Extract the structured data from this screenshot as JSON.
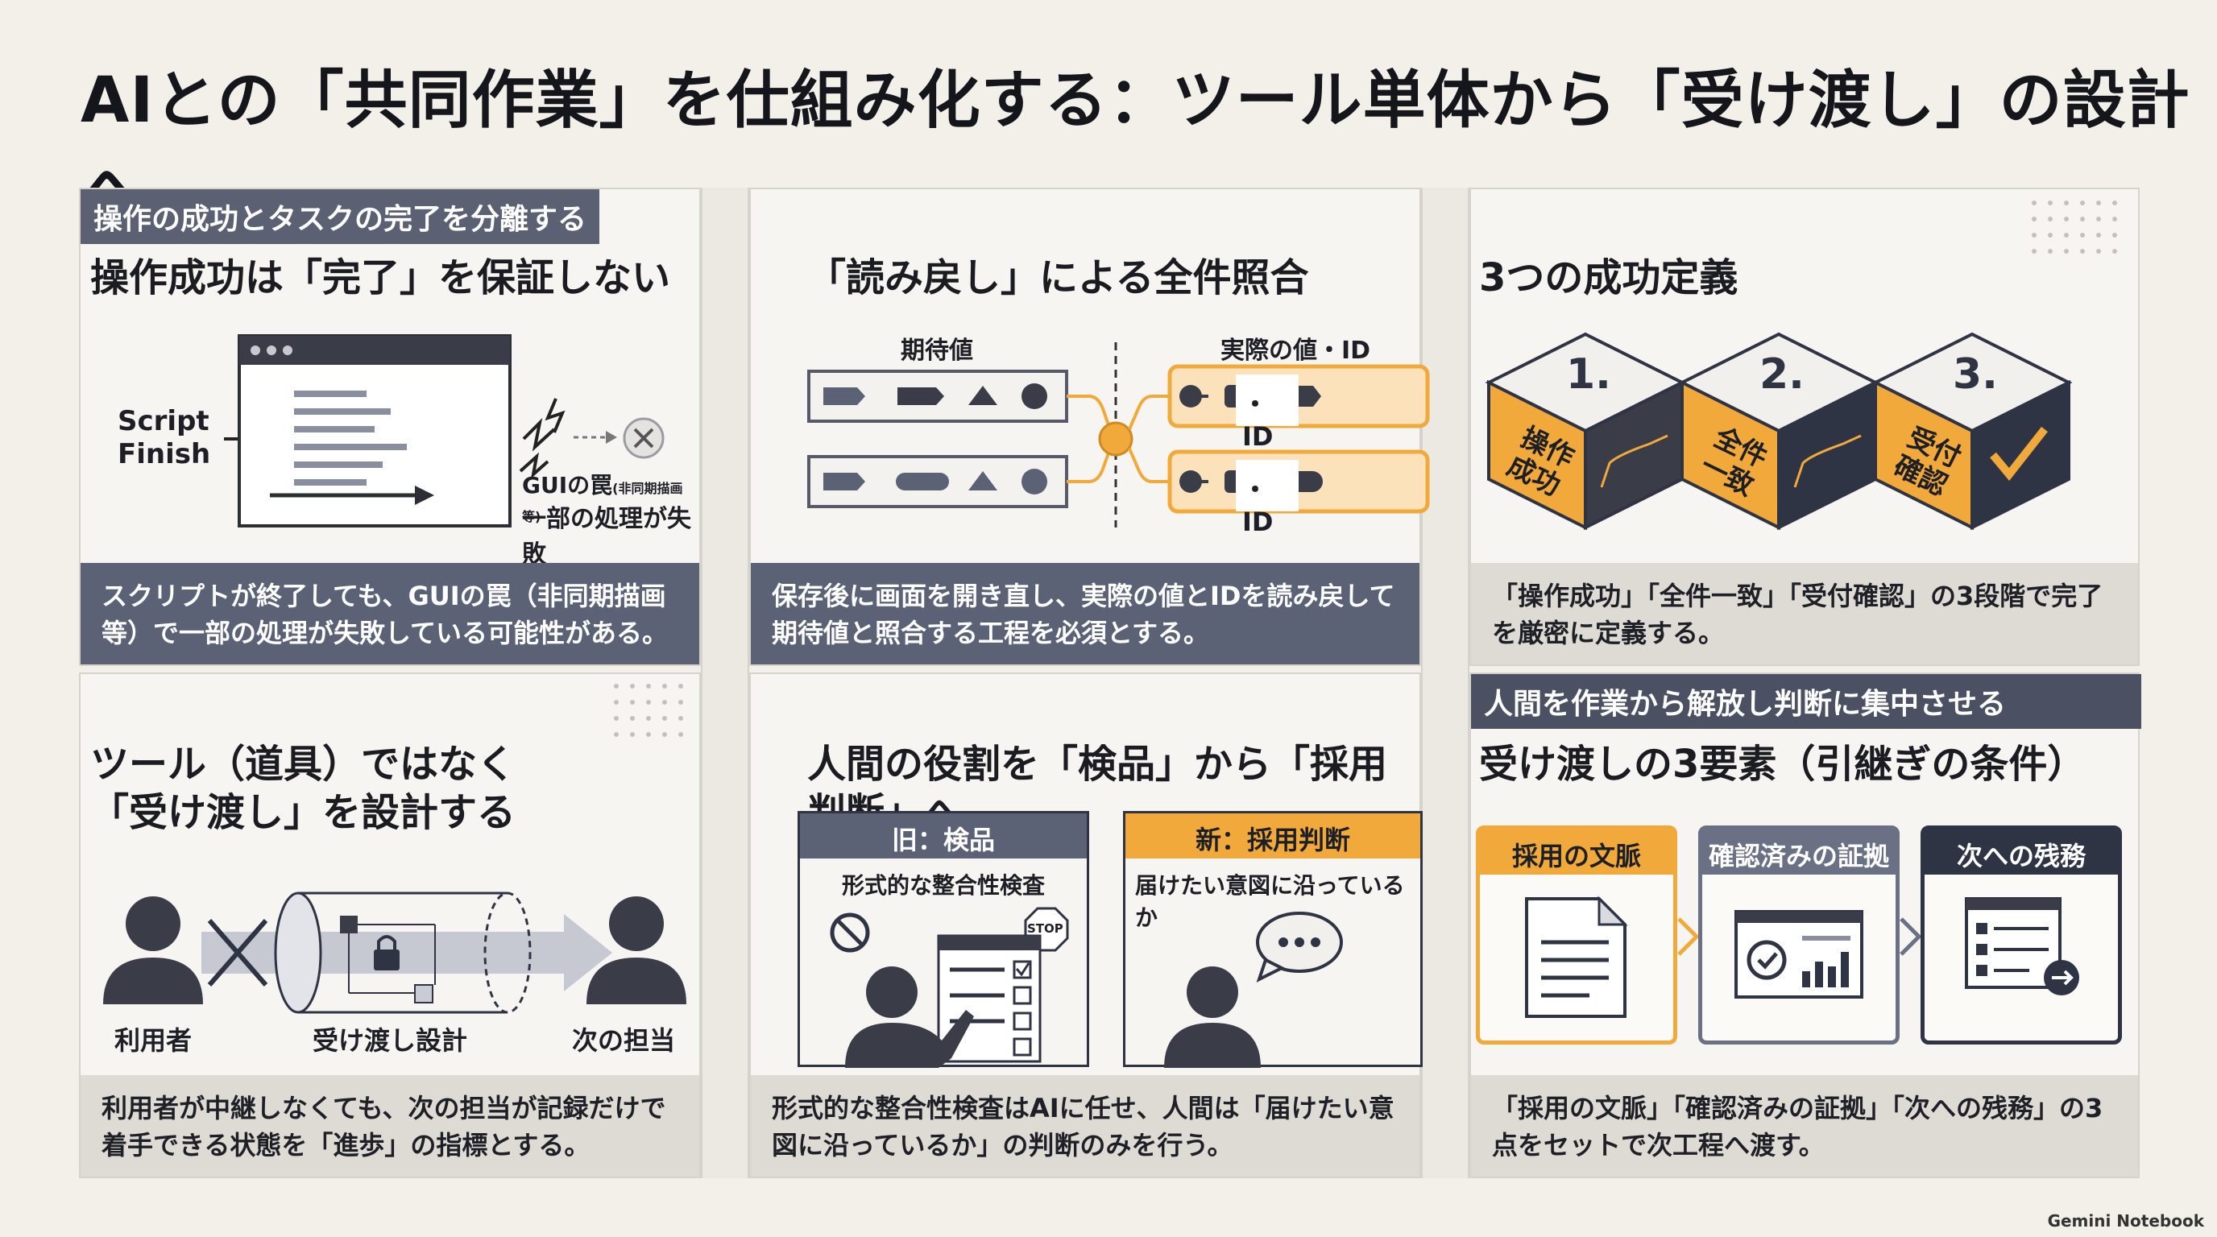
{
  "title": "AIとの「共同作業」を仕組み化する：ツール単体から「受け渡し」の設計へ",
  "section1_tag": "操作の成功とタスクの完了を分離する",
  "section2_tag": "人間を作業から解放し判断に集中させる",
  "panel1": {
    "title": "操作成功は「完了」を保証しない",
    "script_label": "Script\nFinish",
    "gui_label_main": "GUIの罠",
    "gui_label_small": "(非同期描画等)",
    "fail_label": "一部の処理が失敗",
    "caption": "スクリプトが終了しても、GUIの罠（非同期描画等）で一部の処理が失敗している可能性がある。"
  },
  "panel2": {
    "title": "「読み戻し」による全件照合",
    "expected_label": "期待値",
    "actual_label": "実際の値・ID",
    "id_tag_1": "・ID",
    "id_tag_2": "・ID",
    "caption": "保存後に画面を開き直し、実際の値とIDを読み戻して期待値と照合する工程を必須とする。"
  },
  "panel3": {
    "title": "3つの成功定義",
    "steps": [
      {
        "num": "1.",
        "label": "操作\n成功"
      },
      {
        "num": "2.",
        "label": "全件\n一致"
      },
      {
        "num": "3.",
        "label": "受付\n確認"
      }
    ],
    "caption": "「操作成功」「全件一致」「受付確認」の3段階で完了を厳密に定義する。"
  },
  "panel4": {
    "title": "ツール（道具）ではなく\n「受け渡し」を設計する",
    "user_label": "利用者",
    "design_label": "受け渡し設計",
    "next_label": "次の担当",
    "caption": "利用者が中継しなくても、次の担当が記録だけで着手できる状態を「進歩」の指標とする。"
  },
  "panel5": {
    "title": "人間の役割を「検品」から「採用判断」へ",
    "old_header": "旧：検品",
    "old_sub": "形式的な整合性検査",
    "stop_text": "STOP",
    "new_header": "新：採用判断",
    "new_sub": "届けたい意図に沿っているか",
    "caption": "形式的な整合性検査はAIに任せ、人間は「届けたい意図に沿っているか」の判断のみを行う。"
  },
  "panel6": {
    "title": "受け渡しの3要素（引継ぎの条件）",
    "cards": [
      {
        "label": "採用の文脈",
        "color": "#f2a93b"
      },
      {
        "label": "確認済みの証拠",
        "color": "#6b7184"
      },
      {
        "label": "次への残務",
        "color": "#2f3445"
      }
    ],
    "caption": "「採用の文脈」「確認済みの証拠」「次への残務」の3点をセットで次工程へ渡す。"
  },
  "footer": "Gemini Notebook",
  "colors": {
    "accent": "#f2a93b",
    "navy": "#2f3445",
    "slate": "#5c6276",
    "panel_bg": "#f7f5f1"
  }
}
